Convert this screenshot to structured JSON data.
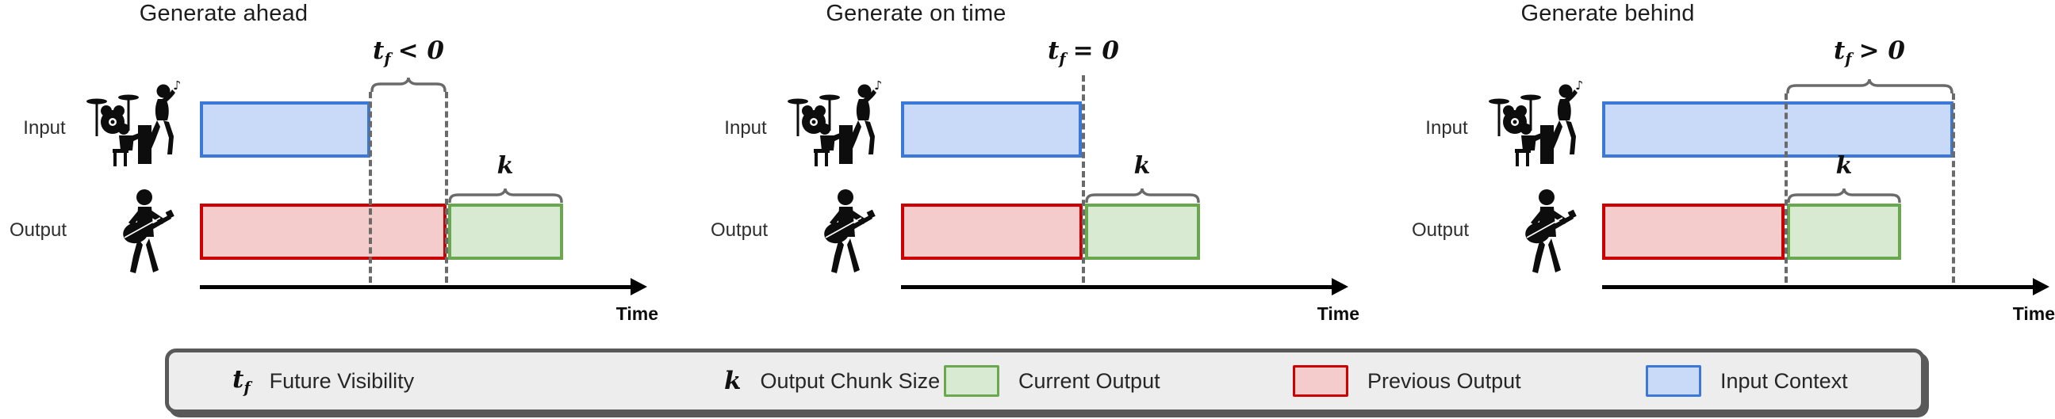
{
  "figure": {
    "row_labels": {
      "input": "Input",
      "output": "Output"
    },
    "axis_label": "Time",
    "note_glyph": "♪",
    "panels": [
      {
        "title": "Generate ahead",
        "annotation": {
          "var": "t",
          "sub": "f",
          "relation": "< 0"
        },
        "chunk": "k"
      },
      {
        "title": "Generate on time",
        "annotation": {
          "var": "t",
          "sub": "f",
          "relation": "= 0"
        },
        "chunk": "k"
      },
      {
        "title": "Generate behind",
        "annotation": {
          "var": "t",
          "sub": "f",
          "relation": "> 0"
        },
        "chunk": "k"
      }
    ]
  },
  "legend": {
    "future_visibility": {
      "var": "t",
      "sub": "f",
      "label": "Future Visibility"
    },
    "chunk_size": {
      "var": "k",
      "label": "Output Chunk Size"
    },
    "current_output": {
      "label": "Current Output"
    },
    "previous_output": {
      "label": "Previous Output"
    },
    "input_context": {
      "label": "Input Context"
    }
  },
  "colors": {
    "input_context": {
      "fill": "#c9daf8",
      "border": "#3c78d8"
    },
    "current_output": {
      "fill": "#d9ead3",
      "border": "#6aa84f"
    },
    "previous_output": {
      "fill": "#f4cccc",
      "border": "#cc0000"
    },
    "annotation_gray": "#6a6a6a",
    "legend_border": "#595959",
    "legend_fill": "#ededed"
  }
}
